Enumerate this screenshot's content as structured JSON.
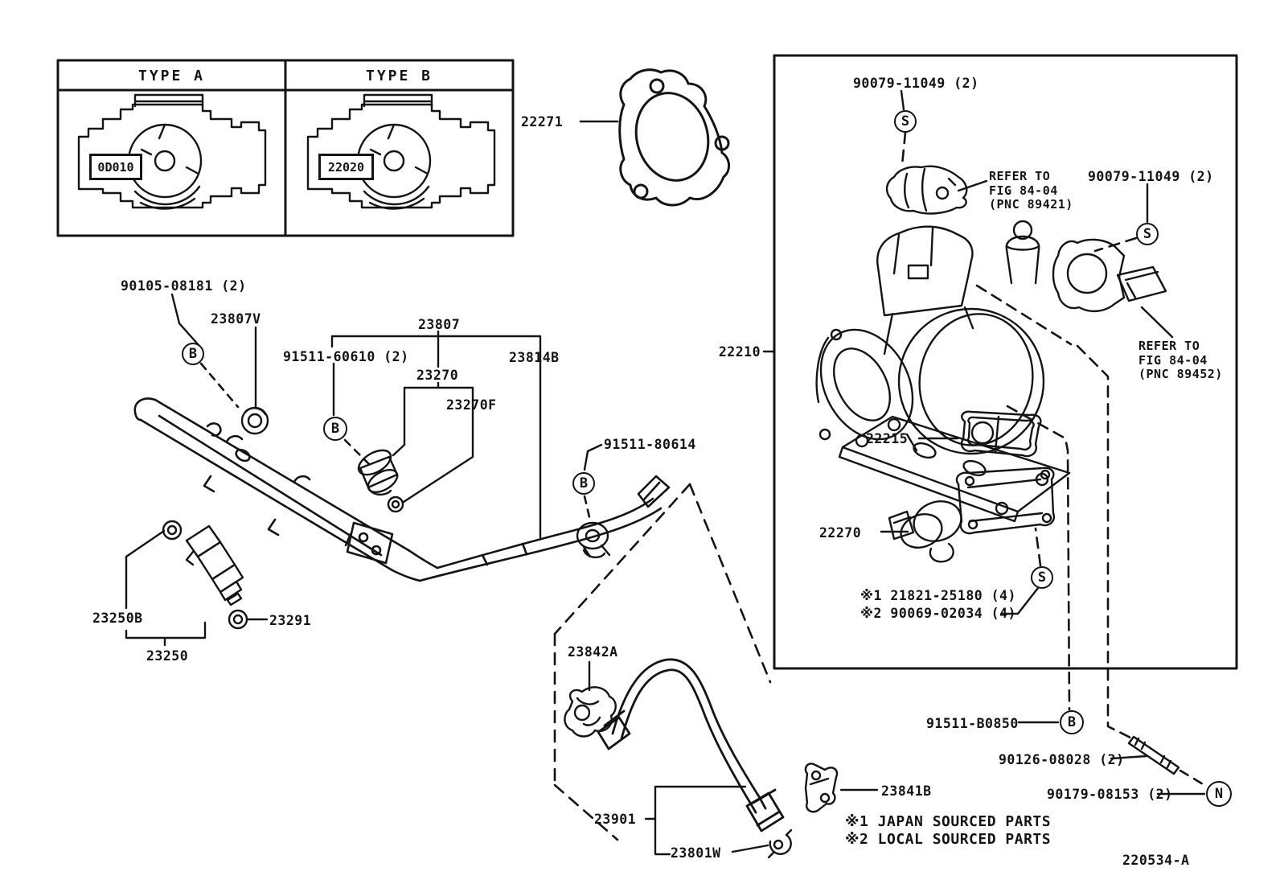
{
  "table": {
    "header_a": "TYPE A",
    "header_b": "TYPE B",
    "code_a": "0D010",
    "code_b": "22020"
  },
  "markers": {
    "bolt": "B",
    "screw": "S",
    "nut": "N"
  },
  "parts": {
    "p22271": "22271",
    "p90079_top": "90079-11049 (2)",
    "p90079_right": "90079-11049 (2)",
    "p22210": "22210",
    "p22215": "22215",
    "p22270": "22270",
    "p90105": "90105-08181 (2)",
    "p23807v": "23807V",
    "p23807": "23807",
    "p91511_60610": "91511-60610 (2)",
    "p23270": "23270",
    "p23270f": "23270F",
    "p23814b": "23814B",
    "p91511_80614": "91511-80614",
    "p23250b": "23250B",
    "p23250": "23250",
    "p23291": "23291",
    "p23842a": "23842A",
    "p23901": "23901",
    "p23801w": "23801W",
    "p23841b": "23841B",
    "p91511_b0850": "91511-B0850",
    "p90126": "90126-08028 (2)",
    "p90179": "90179-08153 (2)"
  },
  "refer1": {
    "line1": "REFER TO",
    "line2": "FIG 84-04",
    "line3": "(PNC 89421)"
  },
  "refer2": {
    "line1": "REFER TO",
    "line2": "FIG 84-04",
    "line3": "(PNC 89452)"
  },
  "hardware_notes": {
    "line1": "※1 21821-25180 (4)",
    "line2": "※2 90069-02034 (4)"
  },
  "footer": {
    "note1": "※1 JAPAN SOURCED PARTS",
    "note2": "※2 LOCAL SOURCED PARTS",
    "diagram_code": "220534-A"
  }
}
